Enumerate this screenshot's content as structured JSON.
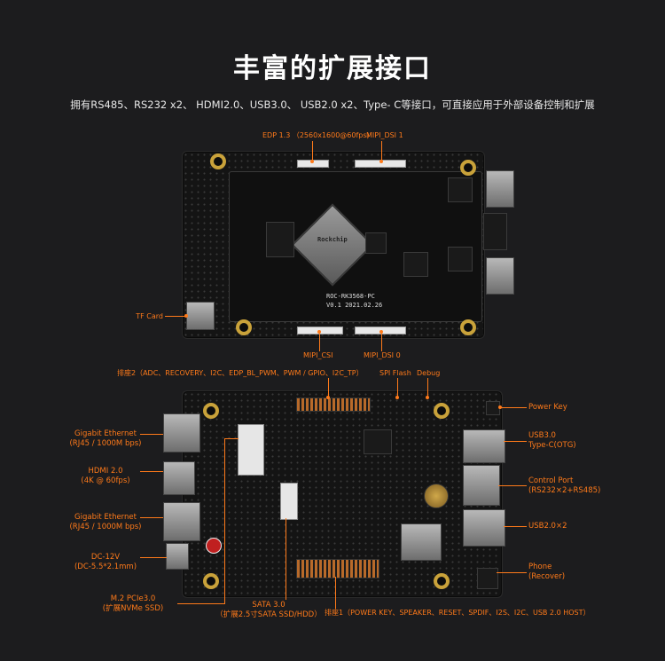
{
  "title": "丰富的扩展接口",
  "subtitle": "拥有RS485、RS232 x2、 HDMI2.0、USB3.0、 USB2.0 x2、Type- C等接口，可直接应用于外部设备控制和扩展",
  "colors": {
    "accent": "#ff7a1a",
    "background": "#1c1c1e",
    "pcb": "#141414"
  },
  "board_top": {
    "silk_model": "ROC-RK3568-PC",
    "silk_version": "V0.1  2021.02.26",
    "chip_brand": "Rockchip",
    "labels": {
      "edp": "EDP 1.3 （2560x1600@60fps)",
      "mipi_dsi1": "MIPI_DSI 1",
      "tf_card": "TF Card",
      "mipi_csi": "MIPI_CSI",
      "mipi_dsi0": "MIPI_DSI 0"
    }
  },
  "board_bottom": {
    "labels": {
      "header2": "排座2（ADC、RECOVERY、I2C、EDP_BL_PWM、PWM / GPIO、I2C_TP）",
      "spi_flash": "SPI Flash",
      "debug": "Debug",
      "power_key": "Power Key",
      "gigabit1_line1": "Gigabit Ethernet",
      "gigabit1_line2": "(RJ45 / 1000M bps)",
      "hdmi_line1": "HDMI 2.0",
      "hdmi_line2": "(4K @ 60fps)",
      "gigabit2_line1": "Gigabit Ethernet",
      "gigabit2_line2": "(RJ45 / 1000M bps)",
      "dc_line1": "DC-12V",
      "dc_line2": "(DC-5.5*2.1mm)",
      "m2_line1": "M.2 PCIe3.0",
      "m2_line2": "(扩展NVMe SSD)",
      "sata_line1": "SATA 3.0",
      "sata_line2": "（扩展2.5寸SATA SSD/HDD）",
      "header1": "排座1（POWER KEY、SPEAKER、RESET、SPDIF、I2S、I2C、USB 2.0 HOST）",
      "usb3_line1": "USB3.0",
      "usb3_line2": "Type-C(OTG)",
      "control_line1": "Control Port",
      "control_line2": "(RS232×2+RS485)",
      "usb2": "USB2.0×2",
      "phone_line1": "Phone",
      "phone_line2": "(Recover)"
    }
  }
}
